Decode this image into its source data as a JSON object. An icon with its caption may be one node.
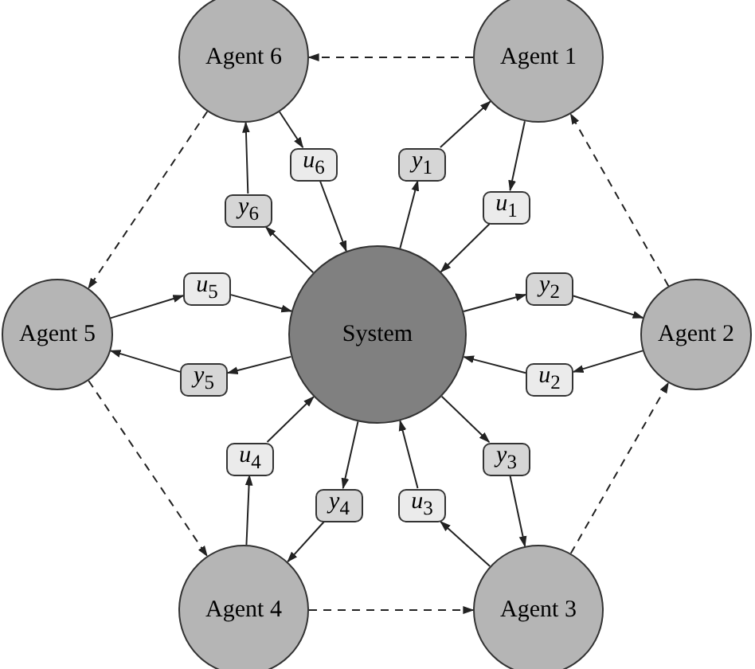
{
  "diagram": {
    "nodes": [
      {
        "text": [
          "Agent 6"
        ]
      },
      {
        "text": [
          "Agent 1"
        ]
      },
      {
        "text": [
          "*u*$_{6}$"
        ]
      },
      {
        "text": [
          "*y*$_{1}$"
        ]
      },
      {
        "text": [
          "*y*$_{6}$"
        ]
      },
      {
        "text": [
          "*u*$_{1}$"
        ]
      },
      {
        "text": [
          "*u*$_{5}$"
        ]
      },
      {
        "text": [
          "*y*$_{2}$"
        ]
      },
      {
        "text": [
          "Agent 5"
        ]
      },
      {
        "text": [
          "System"
        ]
      },
      {
        "text": [
          "Agent 2"
        ]
      },
      {
        "text": [
          "*y*$_{5}$"
        ]
      },
      {
        "text": [
          "*u*$_{2}$"
        ]
      },
      {
        "text": [
          "*u*$_{4}$"
        ]
      },
      {
        "text": [
          "*y*$_{3}$"
        ]
      },
      {
        "text": [
          "*y*$_{4}$"
        ]
      },
      {
        "text": [
          "*u*$_{3}$"
        ]
      },
      {
        "text": [
          "Agent 4"
        ]
      },
      {
        "text": [
          "Agent 3"
        ]
      }
    ],
    "edges": [
      {
        "from": 9,
        "to": 3,
        "arrow": "to"
      },
      {
        "from": 3,
        "to": 1,
        "arrow": "to"
      },
      {
        "from": 1,
        "to": 5,
        "arrow": "to"
      },
      {
        "from": 5,
        "to": 9,
        "arrow": "to"
      },
      {
        "from": 9,
        "to": 7,
        "arrow": "to"
      },
      {
        "from": 7,
        "to": 10,
        "arrow": "to"
      },
      {
        "from": 10,
        "to": 12,
        "arrow": "to"
      },
      {
        "from": 12,
        "to": 9,
        "arrow": "to"
      },
      {
        "from": 9,
        "to": 14,
        "arrow": "to"
      },
      {
        "from": 14,
        "to": 18,
        "arrow": "to"
      },
      {
        "from": 18,
        "to": 16,
        "arrow": "to"
      },
      {
        "from": 16,
        "to": 9,
        "arrow": "to"
      },
      {
        "from": 9,
        "to": 15,
        "arrow": "to"
      },
      {
        "from": 15,
        "to": 17,
        "arrow": "to"
      },
      {
        "from": 17,
        "to": 13,
        "arrow": "to"
      },
      {
        "from": 13,
        "to": 9,
        "arrow": "to"
      },
      {
        "from": 9,
        "to": 11,
        "arrow": "to"
      },
      {
        "from": 11,
        "to": 8,
        "arrow": "to"
      },
      {
        "from": 8,
        "to": 6,
        "arrow": "to"
      },
      {
        "from": 6,
        "to": 9,
        "arrow": "to"
      },
      {
        "from": 9,
        "to": 4,
        "arrow": "to"
      },
      {
        "from": 4,
        "to": 0,
        "arrow": "to"
      },
      {
        "from": 0,
        "to": 2,
        "arrow": "to"
      },
      {
        "from": 2,
        "to": 9,
        "arrow": "to"
      },
      {
        "from": 1,
        "to": 0,
        "arrow": "to",
        "style": "dashed"
      },
      {
        "from": 0,
        "to": 8,
        "arrow": "to",
        "style": "dashed"
      },
      {
        "from": 8,
        "to": 17,
        "arrow": "to",
        "style": "dashed"
      },
      {
        "from": 17,
        "to": 18,
        "arrow": "to",
        "style": "dashed"
      },
      {
        "from": 18,
        "to": 10,
        "arrow": "to",
        "style": "dashed"
      },
      {
        "from": 10,
        "to": 1,
        "arrow": "to",
        "style": "dashed"
      }
    ]
  }
}
